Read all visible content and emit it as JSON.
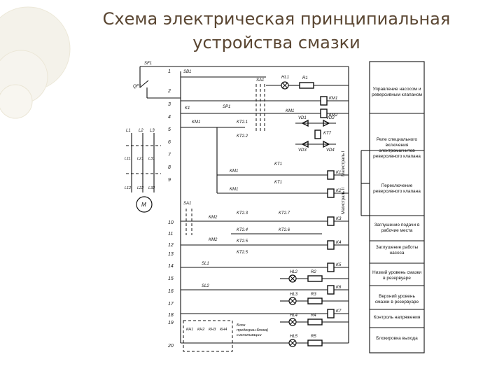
{
  "title": {
    "line1": "Схема электрическая принципиальная",
    "line2": "устройства смазки"
  },
  "rows": [
    "1",
    "2",
    "3",
    "4",
    "5",
    "6",
    "7",
    "8",
    "9",
    "10",
    "11",
    "12",
    "13",
    "14",
    "15",
    "16",
    "17",
    "18",
    "19",
    "20"
  ],
  "labels": {
    "sf1": "SF1",
    "qf1": "QF1",
    "sb1": "SB1",
    "sa1": "SA1",
    "sa1b": "SA1",
    "hl1": "HL1",
    "r1": "R1",
    "km1_coil": "KM1",
    "km2_coil": "KM2",
    "k1_top": "K1",
    "km1_top": "KM1",
    "sp1": "SP1",
    "km1_mid": "KM1",
    "kt21": "KT2.1",
    "kt22": "KT2.2",
    "kt7": "KT7",
    "vd1": "VD1",
    "vd2": "VD2",
    "vd3": "VD3",
    "vd4": "VD4",
    "km1_r9": "KM1",
    "kt1_r9": "KT1",
    "k1_coil": "K1",
    "km1_r10": "KM1",
    "kt1_r10": "KT1",
    "k2_coil": "K2",
    "km2_r12": "KM2",
    "kt23": "KT2.3",
    "kt27": "KT2.7",
    "k3_coil": "K3",
    "kt24": "KT2.4",
    "kt26": "KT2.6",
    "km2_r14": "KM2",
    "kt25": "KT2.5",
    "kt2_5b": "KT2.5",
    "k4_coil": "K4",
    "sl1": "SL1",
    "hl2": "HL2",
    "r2": "R2",
    "k5_coil": "K5",
    "sl2": "SL2",
    "hl3": "HL3",
    "r3": "R3",
    "k6_coil": "K6",
    "k7_coil": "K7",
    "hl4": "HL4",
    "r4": "R4",
    "hl5": "HL5",
    "r5": "R5",
    "l1": "L1",
    "l2": "L2",
    "l3": "L3",
    "l11": "L11",
    "l21": "L21",
    "l31": "L31",
    "l12": "L12",
    "l22": "L22",
    "l32": "L32",
    "motor": "M",
    "kh1": "КН1",
    "kh2": "КН2",
    "kh3": "КН3",
    "kh4": "КН4",
    "block_note_1": "Блок",
    "block_note_2": "предохран.блока)",
    "block_note_3": "сигнализации"
  },
  "legend": [
    "Управление насосом и реверсивным клапаном",
    "Реле специального включения электромагнитов реверсивного клапана",
    "Переключение реверсивного клапана",
    "Заглушение подачи в рабочие места",
    "Заглушение работы насоса",
    "Низкий уровень смазки в резервуаре",
    "Верхний уровень смазки в резервуаре",
    "Контроль напряжения",
    "Блокировка выхода"
  ],
  "mode_labels": [
    "Магистраль I",
    "Магистраль II"
  ]
}
